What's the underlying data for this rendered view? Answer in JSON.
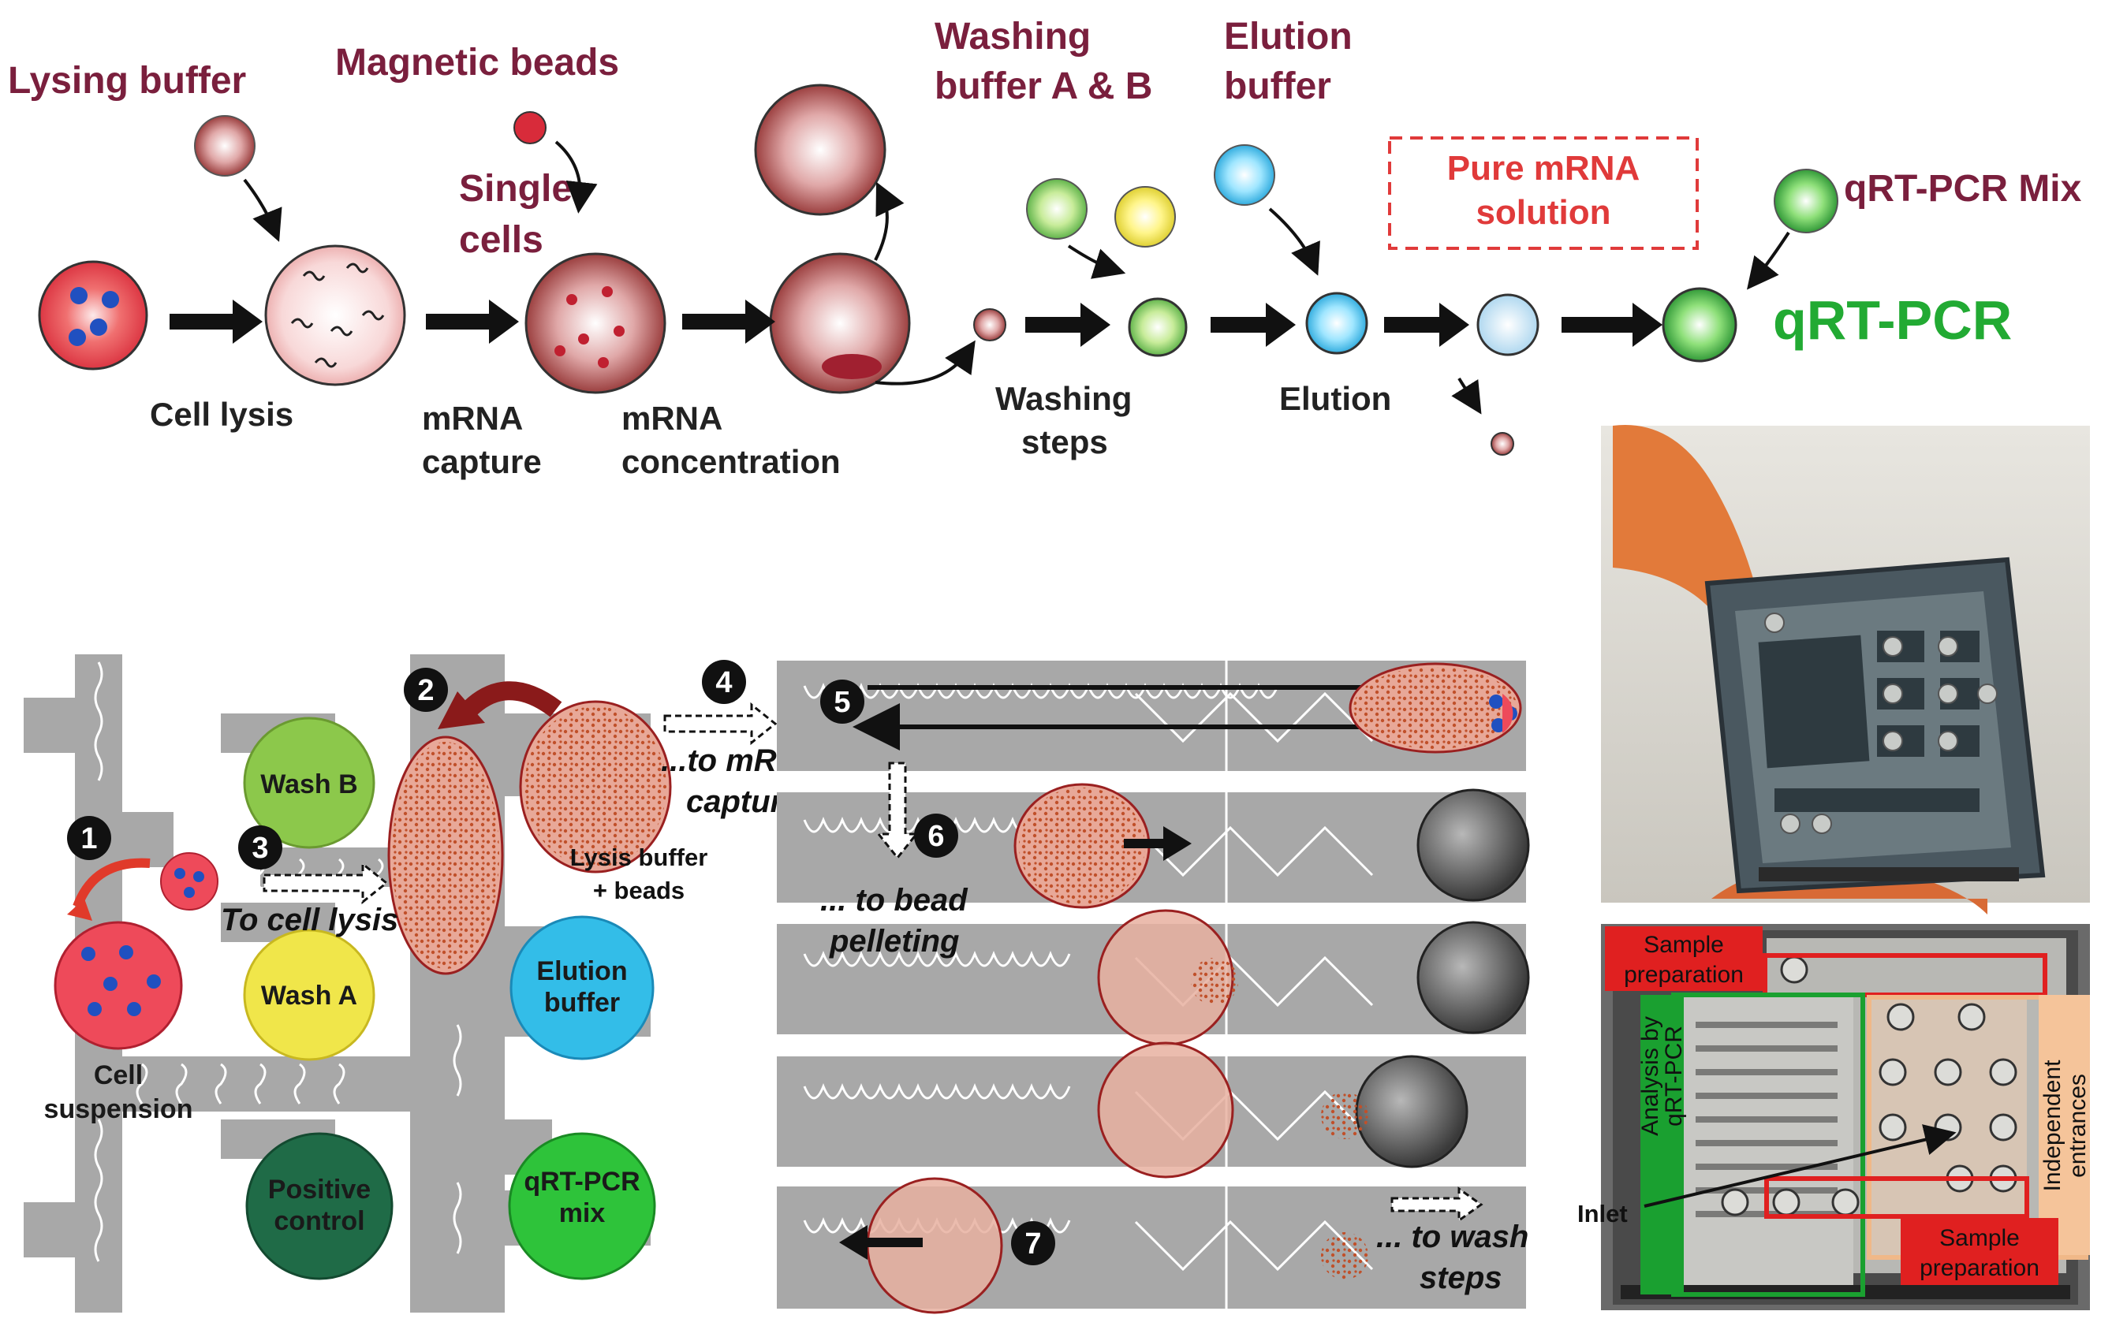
{
  "top": {
    "lysing_buffer": "Lysing buffer",
    "magnetic_beads": "Magnetic beads",
    "single_cells_1": "Single",
    "single_cells_2": "cells",
    "washing_buffer_1": "Washing",
    "washing_buffer_2": "buffer A & B",
    "elution_buffer_1": "Elution",
    "elution_buffer_2": "buffer",
    "pure_mrna_1": "Pure mRNA",
    "pure_mrna_2": "solution",
    "qrtpcr_mix": "qRT-PCR Mix",
    "qrtpcr": "qRT-PCR",
    "cell_lysis": "Cell lysis",
    "mrna_capture_1": "mRNA",
    "mrna_capture_2": "capture",
    "mrna_conc_1": "mRNA",
    "mrna_conc_2": "concentration",
    "washing_steps_1": "Washing",
    "washing_steps_2": "steps",
    "elution": "Elution"
  },
  "chip": {
    "wash_b": "Wash B",
    "wash_a": "Wash A",
    "elution_1": "Elution",
    "elution_2": "buffer",
    "positive_1": "Positive",
    "positive_2": "control",
    "qrt_1": "qRT-PCR",
    "qrt_2": "mix",
    "cell_susp_1": "Cell",
    "cell_susp_2": "suspension",
    "to_cell_lysis": "To cell lysis",
    "lysis_beads_1": "Lysis buffer",
    "lysis_beads_2": "+ beads",
    "to_mrna_1": "...to mRNA",
    "to_mrna_2": "capture",
    "to_bead_1": "... to bead",
    "to_bead_2": "pelleting",
    "to_wash_1": "... to wash",
    "to_wash_2": "steps",
    "steps": [
      "1",
      "2",
      "3",
      "4",
      "5",
      "6",
      "7"
    ]
  },
  "photo": {
    "sample_prep": "Sample",
    "sample_prep_2": "preparation",
    "analysis_1": "Analysis by",
    "analysis_2": "qRT-PCR",
    "independent_1": "Independent",
    "independent_2": "entrances",
    "inlet": "Inlet",
    "sample_prep_b": "Sample",
    "sample_prep_b_2": "preparation"
  },
  "colors": {
    "maroon_label": "#7a1f3d",
    "qrtpcr_green": "#22aa33",
    "wash_b": "#8cc84b",
    "wash_a": "#f0e64a",
    "elution": "#33bde8",
    "positive_control": "#1f6b47",
    "qrtpcr_mix": "#2ec33a",
    "cell": "#ee4a5a",
    "nucleus": "#2050c0"
  }
}
